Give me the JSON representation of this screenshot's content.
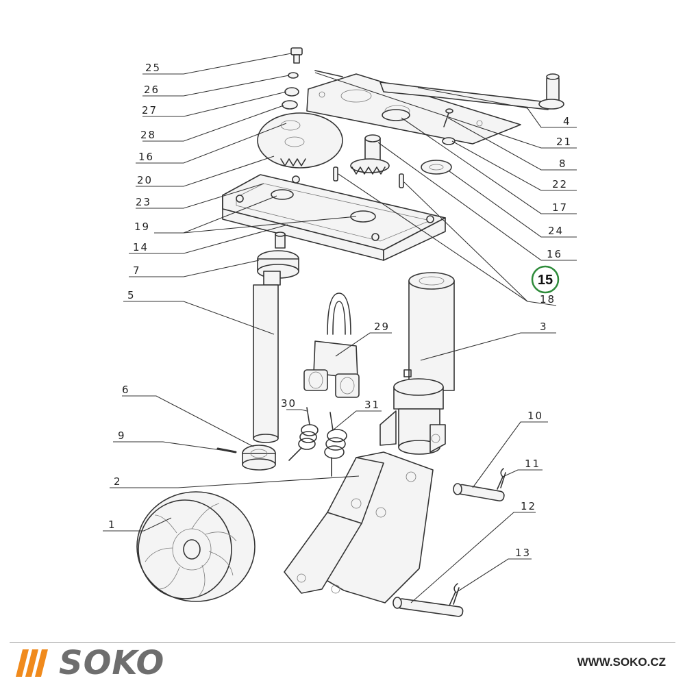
{
  "footer": {
    "brand": "SOKO",
    "website": "WWW.SOKO.CZ",
    "accent_color": "#f08a1c",
    "brand_color": "#6e6e6e"
  },
  "highlight": {
    "number": "15",
    "ring_color": "#2e8b3a"
  },
  "callouts": [
    "25",
    "26",
    "27",
    "28",
    "16",
    "20",
    "23",
    "19",
    "14",
    "7",
    "5",
    "6",
    "9",
    "2",
    "1",
    "4",
    "21",
    "8",
    "22",
    "17",
    "24",
    "16",
    "18",
    "3",
    "29",
    "30",
    "31",
    "10",
    "11",
    "12",
    "13"
  ]
}
